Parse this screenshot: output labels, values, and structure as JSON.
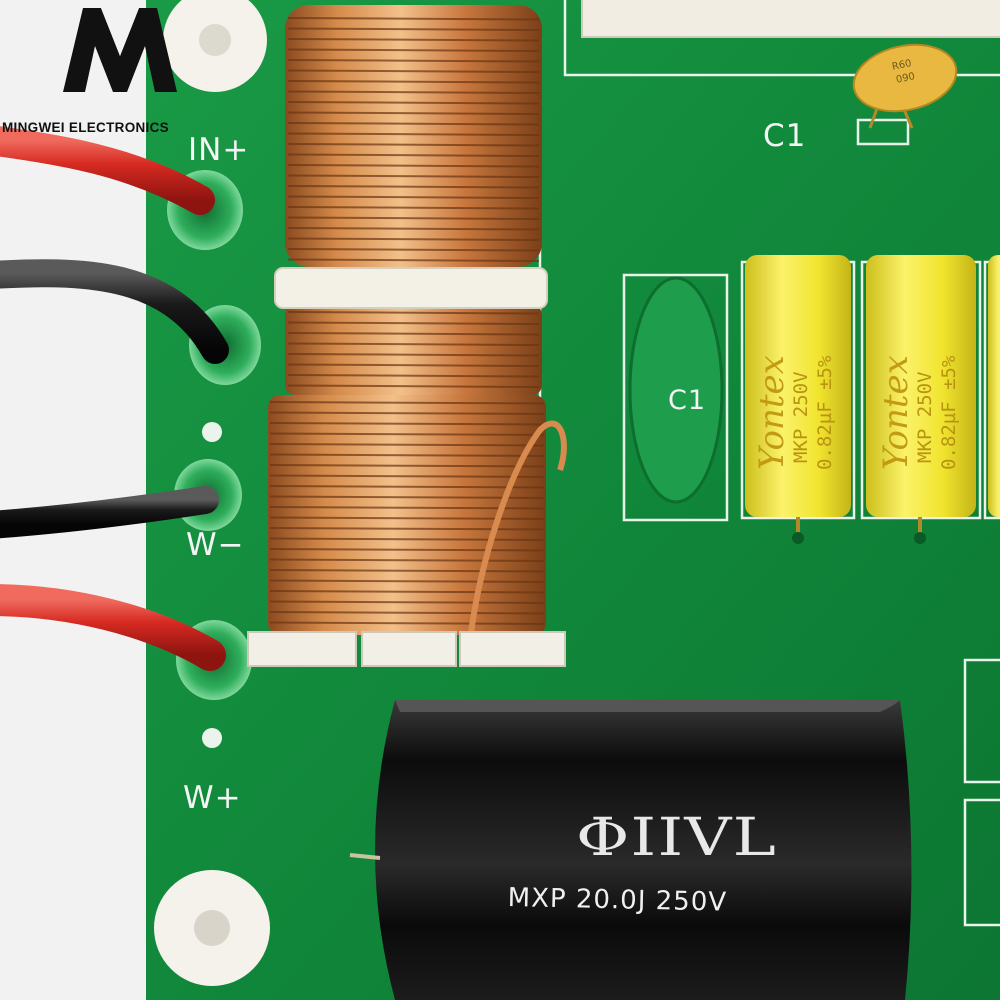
{
  "brand": {
    "name": "MINGWEI ELECTRONICS"
  },
  "board": {
    "labels": {
      "in_plus": "IN+",
      "w_minus": "W−",
      "w_plus": "W+",
      "c1_top": "C1",
      "c1_mid": "C1"
    }
  },
  "ceramic_cap": {
    "line1": "R60",
    "line2": "090"
  },
  "film_caps": [
    {
      "brand": "Yontex",
      "spec_line1": "MKP 250V",
      "spec_line2": "0.82µF ±5%"
    },
    {
      "brand": "Yontex",
      "spec_line1": "MKP 250V",
      "spec_line2": "0.82µF ±5%"
    }
  ],
  "black_cap": {
    "logo": "ΦIIVL",
    "spec": "MXP 20.0J 250V"
  },
  "colors": {
    "pcb_green": "#128a3c",
    "copper": "#c8773d",
    "film_cap_yellow": "#f2e632",
    "wire_red": "#d62a22",
    "wire_black": "#1a1a1a",
    "silkscreen": "#f4f4f4"
  }
}
